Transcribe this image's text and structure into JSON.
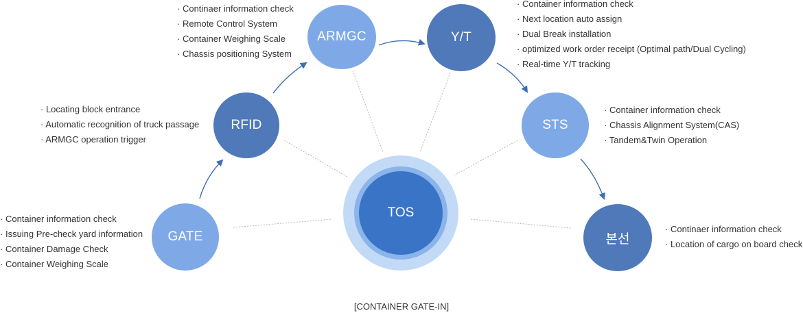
{
  "nodes": {
    "tos": "TOS",
    "gate": "GATE",
    "rfid": "RFID",
    "armgc": "ARMGC",
    "yt": "Y/T",
    "sts": "STS",
    "vessel": "본선"
  },
  "features": {
    "gate": [
      "Container information check",
      "Issuing Pre-check yard information",
      "Container Damage Check",
      "Container Weighing Scale"
    ],
    "rfid": [
      "Locating block entrance",
      "Automatic recognition of truck passage",
      "ARMGC operation trigger"
    ],
    "armgc": [
      "Continaer information check",
      "Remote Control System",
      "Container Weighing Scale",
      "Chassis positioning System"
    ],
    "yt": [
      "Container information check",
      "Next location auto assign",
      "Dual Break installation",
      "optimized work order receipt (Optimal path/Dual Cycling)",
      "Real-time Y/T tracking"
    ],
    "sts": [
      "Container information check",
      "Chassis Alignment System(CAS)",
      "Tandem&Twin Operation"
    ],
    "vessel": [
      "Continaer information check",
      "Location of cargo on board check"
    ]
  },
  "caption": "[CONTAINER GATE-IN]",
  "colors": {
    "node_light": "#7ea9e6",
    "node_dark": "#4f79b8",
    "tos_core": "#3a74c6",
    "arrow": "#3f6fb3",
    "connector": "#b3b3b3"
  }
}
